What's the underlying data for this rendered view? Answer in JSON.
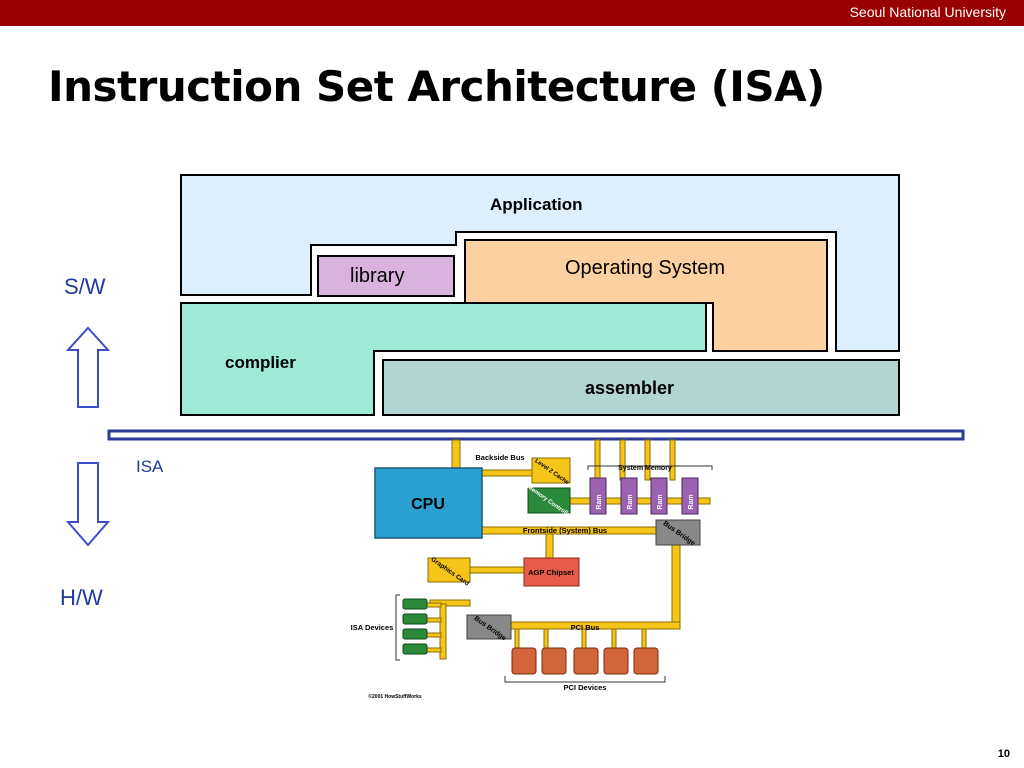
{
  "header": {
    "university": "Seoul National University"
  },
  "title": "Instruction Set Architecture (ISA)",
  "page_number": "10",
  "side_labels": {
    "software": "S/W",
    "isa": "ISA",
    "hardware": "H/W"
  },
  "software_layers": {
    "application": "Application",
    "library": "library",
    "operating_system": "Operating System",
    "compiler": "complier",
    "assembler": "assembler"
  },
  "hardware_diagram": {
    "cpu": "CPU",
    "backside_bus": "Backside Bus",
    "level2_cache": "Level 2 Cache",
    "memory_controller": "Memory Controller",
    "system_memory": "System Memory",
    "ram": "Ram",
    "frontside_bus": "Frontside (System) Bus",
    "bus_bridge": "Bus Bridge",
    "graphics_card": "Graphics Card",
    "agp_chipset": "AGP Chipset",
    "isa_devices": "ISA Devices",
    "pci_bus": "PCI Bus",
    "pci_devices": "PCI Devices",
    "copyright": "©2001 HowStuffWorks"
  },
  "colors": {
    "header_bar": "#990000",
    "arrow_text": "#1f3a99",
    "application_fill": "#ddeefc",
    "library_fill": "#d9b3dd",
    "os_fill": "#fdd0a2",
    "compiler_fill": "#9fead6",
    "assembler_fill": "#b1d5d0"
  }
}
